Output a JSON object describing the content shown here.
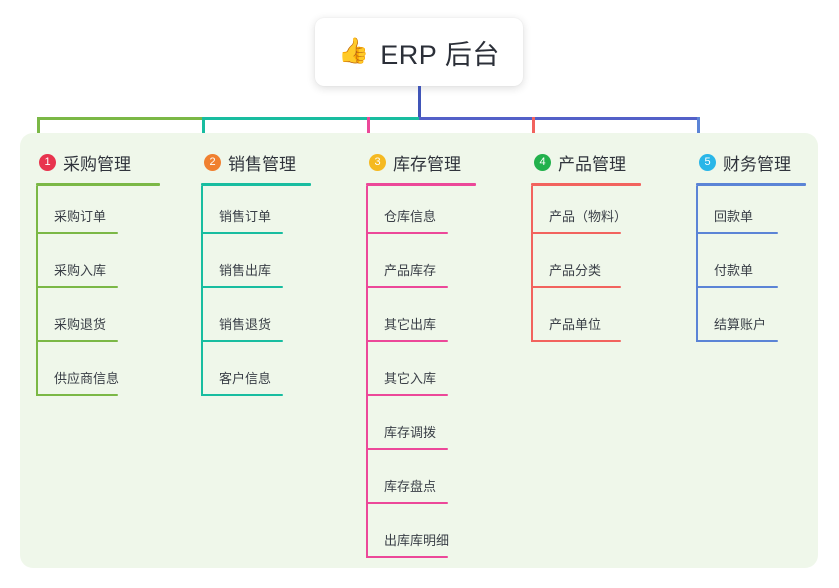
{
  "root": {
    "emoji": "👍",
    "emoji_name": "thumbs-up-icon",
    "title": "ERP 后台"
  },
  "colors": {
    "canvas_bg": "#eff7ea",
    "page_bg": "#ffffff",
    "root_connector": "#4055b8",
    "text": "#30343c"
  },
  "connectors": {
    "segments": [
      {
        "name": "trunk-to-col1-col2",
        "color": "#7bb846"
      },
      {
        "name": "col2-to-center",
        "color": "#18bda0"
      },
      {
        "name": "center-to-col5",
        "color": "#5360c8"
      }
    ]
  },
  "columns": [
    {
      "index": "1",
      "badge_color": "#e8344e",
      "line_color": "#7bb846",
      "title": "采购管理",
      "items": [
        "采购订单",
        "采购入库",
        "采购退货",
        "供应商信息"
      ]
    },
    {
      "index": "2",
      "badge_color": "#f08030",
      "line_color": "#18bda0",
      "title": "销售管理",
      "items": [
        "销售订单",
        "销售出库",
        "销售退货",
        "客户信息"
      ]
    },
    {
      "index": "3",
      "badge_color": "#f5b921",
      "line_color": "#ec4899",
      "title": "库存管理",
      "items": [
        "仓库信息",
        "产品库存",
        "其它出库",
        "其它入库",
        "库存调拨",
        "库存盘点",
        "出库库明细"
      ]
    },
    {
      "index": "4",
      "badge_color": "#22b14c",
      "line_color": "#f2635e",
      "title": "产品管理",
      "items": [
        "产品（物料）",
        "产品分类",
        "产品单位"
      ]
    },
    {
      "index": "5",
      "badge_color": "#29b6e8",
      "line_color": "#5b84d6",
      "title": "财务管理",
      "items": [
        "回款单",
        "付款单",
        "结算账户"
      ]
    }
  ]
}
